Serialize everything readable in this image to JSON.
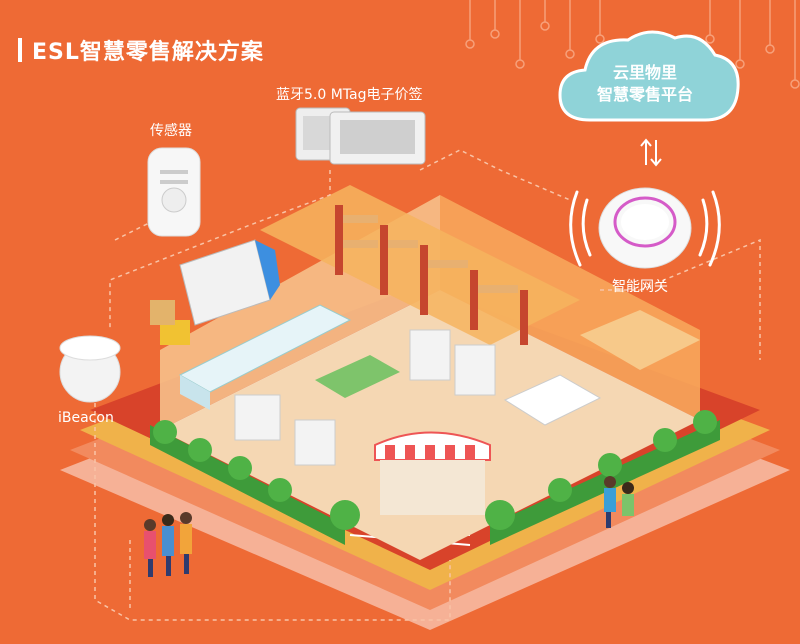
{
  "title": "ESL智慧零售解决方案",
  "labels": {
    "esl_tag": "蓝牙5.0 MTag电子价签",
    "sensor": "传感器",
    "gateway": "智能网关",
    "ibeacon": "iBeacon"
  },
  "cloud": {
    "line1": "云里物里",
    "line2": "智慧零售平台"
  },
  "colors": {
    "background": "#EE6A35",
    "cloud": "#8FD3D8",
    "floor": "#D8432A",
    "hedge": "#3E9B3A"
  }
}
